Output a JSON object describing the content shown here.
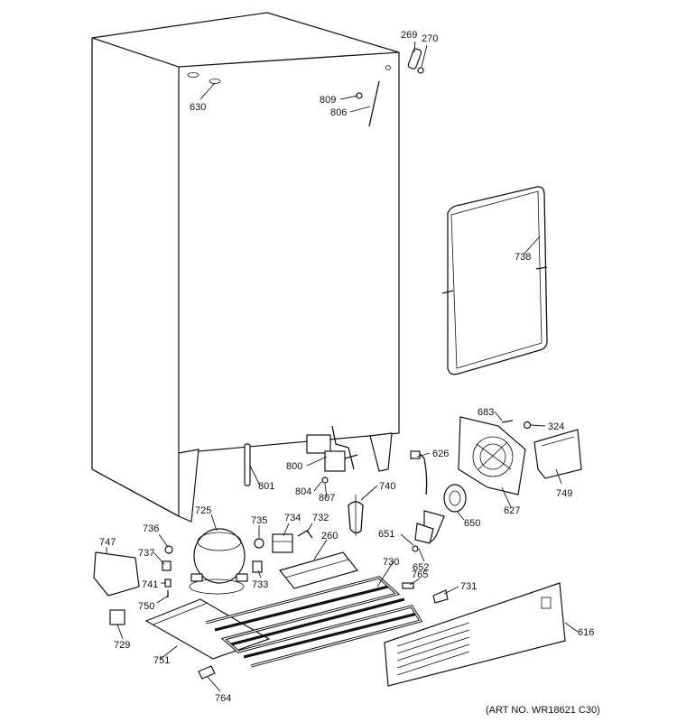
{
  "callouts": [
    {
      "id": "c269",
      "label": "269"
    },
    {
      "id": "c270",
      "label": "270"
    },
    {
      "id": "c630",
      "label": "630"
    },
    {
      "id": "c809",
      "label": "809"
    },
    {
      "id": "c806",
      "label": "806"
    },
    {
      "id": "c738",
      "label": "738"
    },
    {
      "id": "c683",
      "label": "683"
    },
    {
      "id": "c324",
      "label": "324"
    },
    {
      "id": "c626",
      "label": "626"
    },
    {
      "id": "c749",
      "label": "749"
    },
    {
      "id": "c800",
      "label": "800"
    },
    {
      "id": "c801",
      "label": "801"
    },
    {
      "id": "c804",
      "label": "804"
    },
    {
      "id": "c807",
      "label": "807"
    },
    {
      "id": "c740",
      "label": "740"
    },
    {
      "id": "c627",
      "label": "627"
    },
    {
      "id": "c650",
      "label": "650"
    },
    {
      "id": "c725",
      "label": "725"
    },
    {
      "id": "c735",
      "label": "735"
    },
    {
      "id": "c734",
      "label": "734"
    },
    {
      "id": "c732",
      "label": "732"
    },
    {
      "id": "c736",
      "label": "736"
    },
    {
      "id": "c747",
      "label": "747"
    },
    {
      "id": "c737",
      "label": "737"
    },
    {
      "id": "c260",
      "label": "260"
    },
    {
      "id": "c651",
      "label": "651"
    },
    {
      "id": "c730",
      "label": "730"
    },
    {
      "id": "c652",
      "label": "652"
    },
    {
      "id": "c733",
      "label": "733"
    },
    {
      "id": "c741",
      "label": "741"
    },
    {
      "id": "c765",
      "label": "765"
    },
    {
      "id": "c731",
      "label": "731"
    },
    {
      "id": "c750",
      "label": "750"
    },
    {
      "id": "c616",
      "label": "616"
    },
    {
      "id": "c729",
      "label": "729"
    },
    {
      "id": "c751",
      "label": "751"
    },
    {
      "id": "c764",
      "label": "764"
    }
  ],
  "art_number": "(ART NO. WR18621 C30)"
}
